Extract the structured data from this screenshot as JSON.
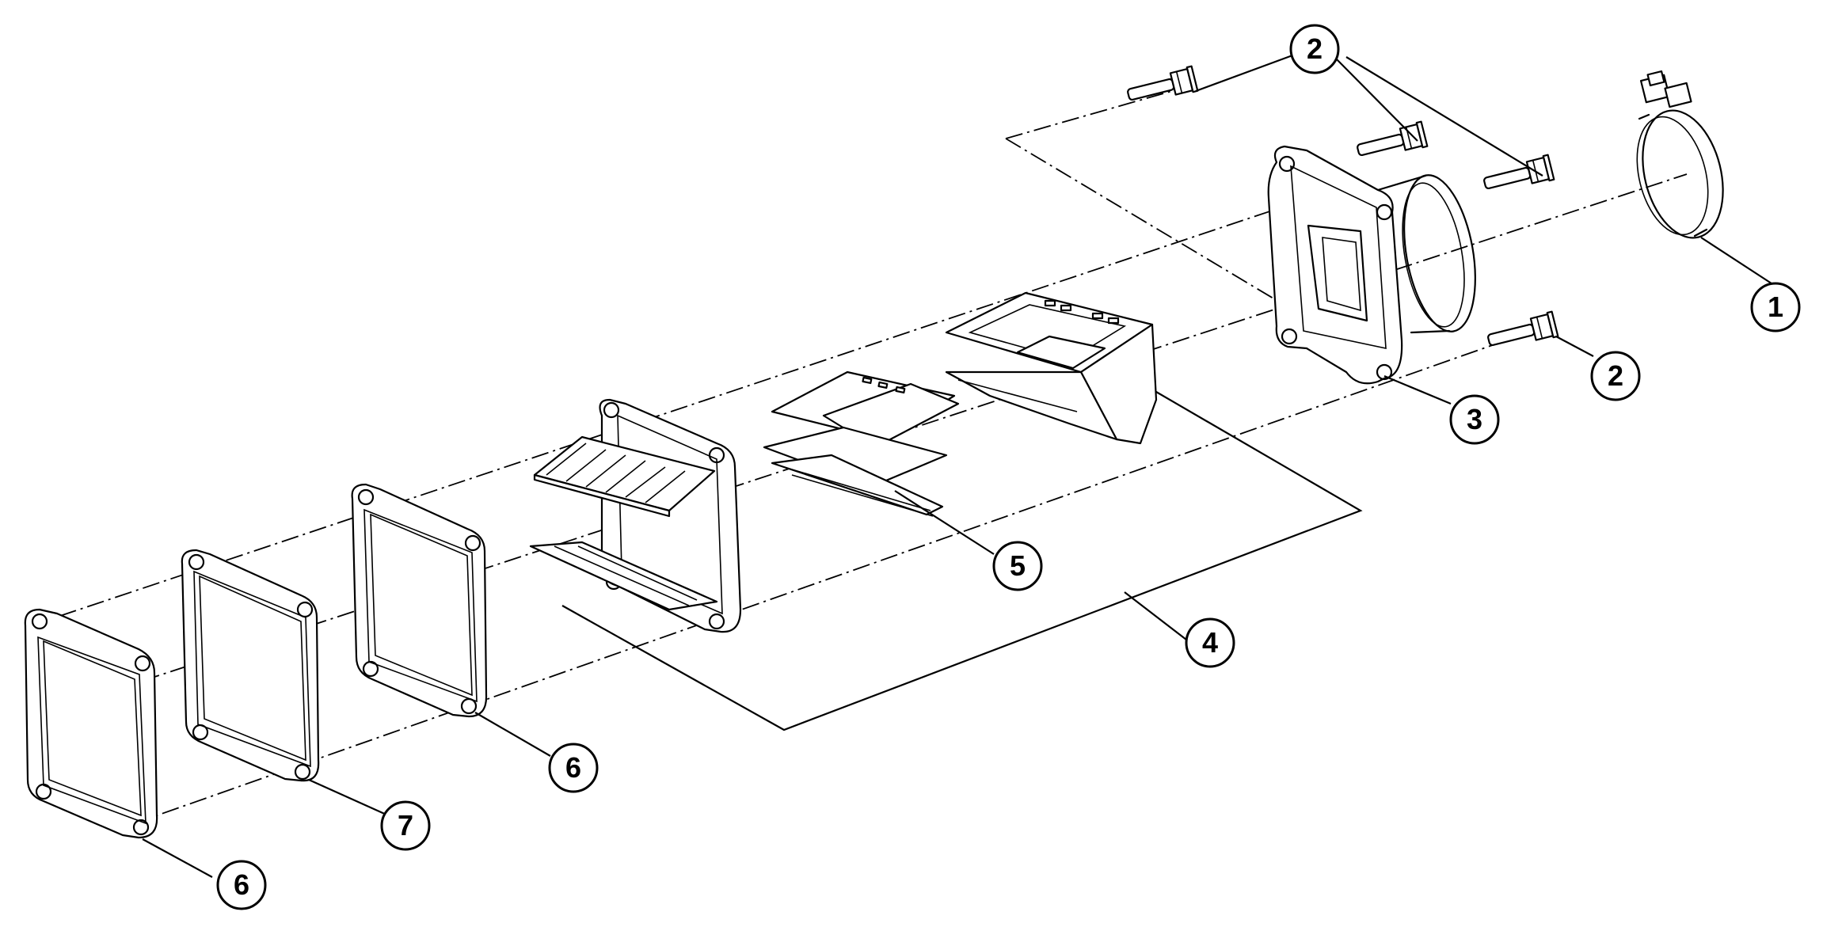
{
  "callouts": [
    {
      "id": "c1",
      "label": "1"
    },
    {
      "id": "c2a",
      "label": "2"
    },
    {
      "id": "c2b",
      "label": "2"
    },
    {
      "id": "c3",
      "label": "3"
    },
    {
      "id": "c4",
      "label": "4"
    },
    {
      "id": "c5",
      "label": "5"
    },
    {
      "id": "c6a",
      "label": "6"
    },
    {
      "id": "c6b",
      "label": "6"
    },
    {
      "id": "c7",
      "label": "7"
    }
  ]
}
